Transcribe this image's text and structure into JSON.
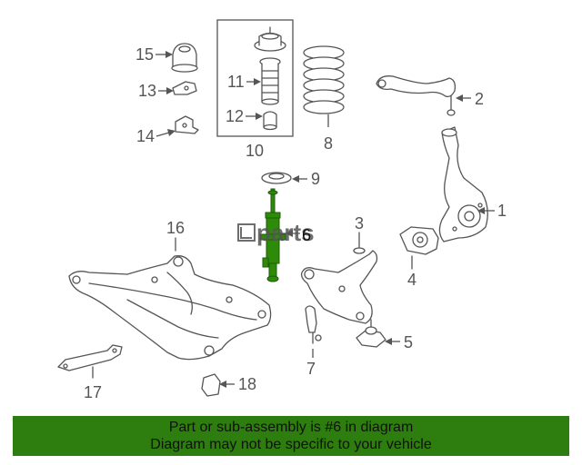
{
  "callouts": [
    {
      "id": "1",
      "label": "1"
    },
    {
      "id": "2",
      "label": "2"
    },
    {
      "id": "3",
      "label": "3"
    },
    {
      "id": "4",
      "label": "4"
    },
    {
      "id": "5",
      "label": "5"
    },
    {
      "id": "6",
      "label": "6"
    },
    {
      "id": "7",
      "label": "7"
    },
    {
      "id": "8",
      "label": "8"
    },
    {
      "id": "9",
      "label": "9"
    },
    {
      "id": "10",
      "label": "10"
    },
    {
      "id": "11",
      "label": "11"
    },
    {
      "id": "12",
      "label": "12"
    },
    {
      "id": "13",
      "label": "13"
    },
    {
      "id": "14",
      "label": "14"
    },
    {
      "id": "15",
      "label": "15"
    },
    {
      "id": "16",
      "label": "16"
    },
    {
      "id": "17",
      "label": "17"
    },
    {
      "id": "18",
      "label": "18"
    }
  ],
  "highlight": {
    "part": "6",
    "color": "#2e8b0a"
  },
  "watermark": "parts",
  "footer": {
    "line1": "Part or sub-assembly is #6 in diagram",
    "line2": "Diagram may not be specific to your vehicle",
    "background": "#2e7d0f"
  }
}
